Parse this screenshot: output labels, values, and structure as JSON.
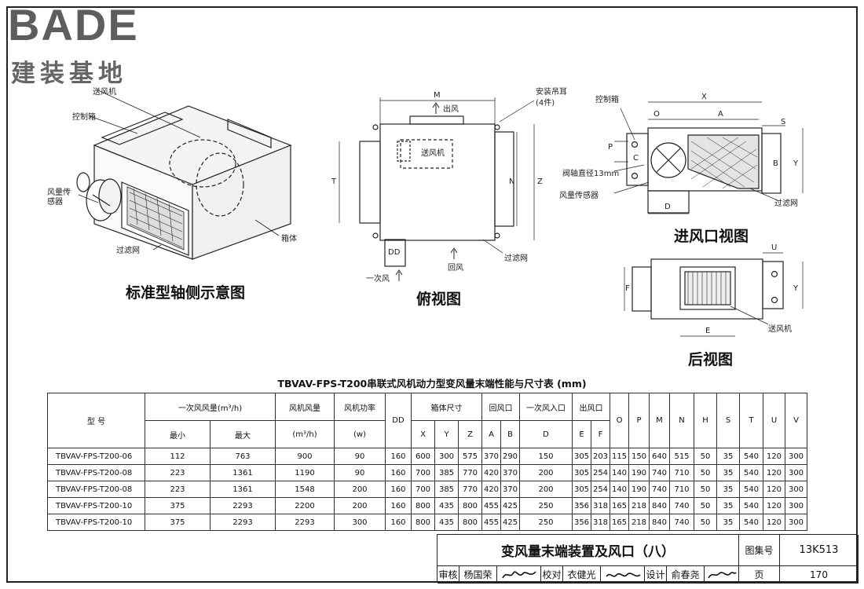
{
  "logo": {
    "brand": "BADE",
    "subtitle": "建装基地"
  },
  "figures": {
    "axonometric_title": "标准型轴侧示意图",
    "top_view_title": "俯视图",
    "inlet_view_title": "进风口视图",
    "rear_view_title": "后视图"
  },
  "labels": {
    "supply_fan": "送风机",
    "control_box": "控制箱",
    "airflow_sensor": "风量传感器",
    "filter_screen": "过滤网",
    "casing": "箱体",
    "hanging_lug": "安装吊耳",
    "lug_count": "(4件)",
    "outlet_air": "出风",
    "return_air": "回风",
    "primary_air": "一次风",
    "valve_shaft": "阀轴直径13mm",
    "dim_M": "M",
    "dim_N": "N",
    "dim_Z": "Z",
    "dim_T": "T",
    "dim_DD": "DD",
    "dim_X": "X",
    "dim_A": "A",
    "dim_O": "O",
    "dim_S": "S",
    "dim_P": "P",
    "dim_C": "C",
    "dim_B": "B",
    "dim_Y": "Y",
    "dim_D": "D",
    "dim_U": "U",
    "dim_F": "F",
    "dim_E": "E"
  },
  "table": {
    "title": "TBVAV-FPS-T200串联式风机动力型变风量末端性能与尺寸表 (mm)",
    "headers": {
      "model": "型 号",
      "primary_air_volume": "一次风风量(m³/h)",
      "min": "最小",
      "max": "最大",
      "fan_air_volume": "风机风量",
      "fan_air_unit": "(m³/h)",
      "fan_power": "风机功率",
      "fan_power_unit": "(w)",
      "dd": "DD",
      "casing_size": "箱体尺寸",
      "return_port": "回风口",
      "primary_inlet": "一次风入口",
      "outlet": "出风口",
      "x": "X",
      "y": "Y",
      "z": "Z",
      "a": "A",
      "b": "B",
      "d": "D",
      "e": "E",
      "f": "F",
      "o": "O",
      "p": "P",
      "m": "M",
      "n": "N",
      "h": "H",
      "s": "S",
      "t": "T",
      "u": "U",
      "v": "V"
    },
    "rows": [
      [
        "TBVAV-FPS-T200-06",
        "112",
        "763",
        "900",
        "90",
        "160",
        "600",
        "300",
        "575",
        "370",
        "290",
        "150",
        "305",
        "203",
        "115",
        "150",
        "640",
        "515",
        "50",
        "35",
        "540",
        "120",
        "300"
      ],
      [
        "TBVAV-FPS-T200-08",
        "223",
        "1361",
        "1190",
        "90",
        "160",
        "700",
        "385",
        "770",
        "420",
        "370",
        "200",
        "305",
        "254",
        "140",
        "190",
        "740",
        "710",
        "50",
        "35",
        "540",
        "120",
        "300"
      ],
      [
        "TBVAV-FPS-T200-08",
        "223",
        "1361",
        "1548",
        "200",
        "160",
        "700",
        "385",
        "770",
        "420",
        "370",
        "200",
        "305",
        "254",
        "140",
        "190",
        "740",
        "710",
        "50",
        "35",
        "540",
        "120",
        "300"
      ],
      [
        "TBVAV-FPS-T200-10",
        "375",
        "2293",
        "2200",
        "200",
        "160",
        "800",
        "435",
        "800",
        "455",
        "425",
        "250",
        "356",
        "318",
        "165",
        "218",
        "840",
        "740",
        "50",
        "35",
        "540",
        "120",
        "300"
      ],
      [
        "TBVAV-FPS-T200-10",
        "375",
        "2293",
        "2293",
        "300",
        "160",
        "800",
        "435",
        "800",
        "455",
        "425",
        "250",
        "356",
        "318",
        "165",
        "218",
        "840",
        "740",
        "50",
        "35",
        "540",
        "120",
        "300"
      ]
    ]
  },
  "titleblock": {
    "title": "变风量末端装置及风口（八）",
    "atlas_label": "图集号",
    "atlas_no": "13K513",
    "review_label": "审核",
    "reviewer": "杨国荣",
    "check_label": "校对",
    "checker": "衣健光",
    "design_label": "设计",
    "designer": "俞春尧",
    "page_label": "页",
    "page_no": "170"
  }
}
